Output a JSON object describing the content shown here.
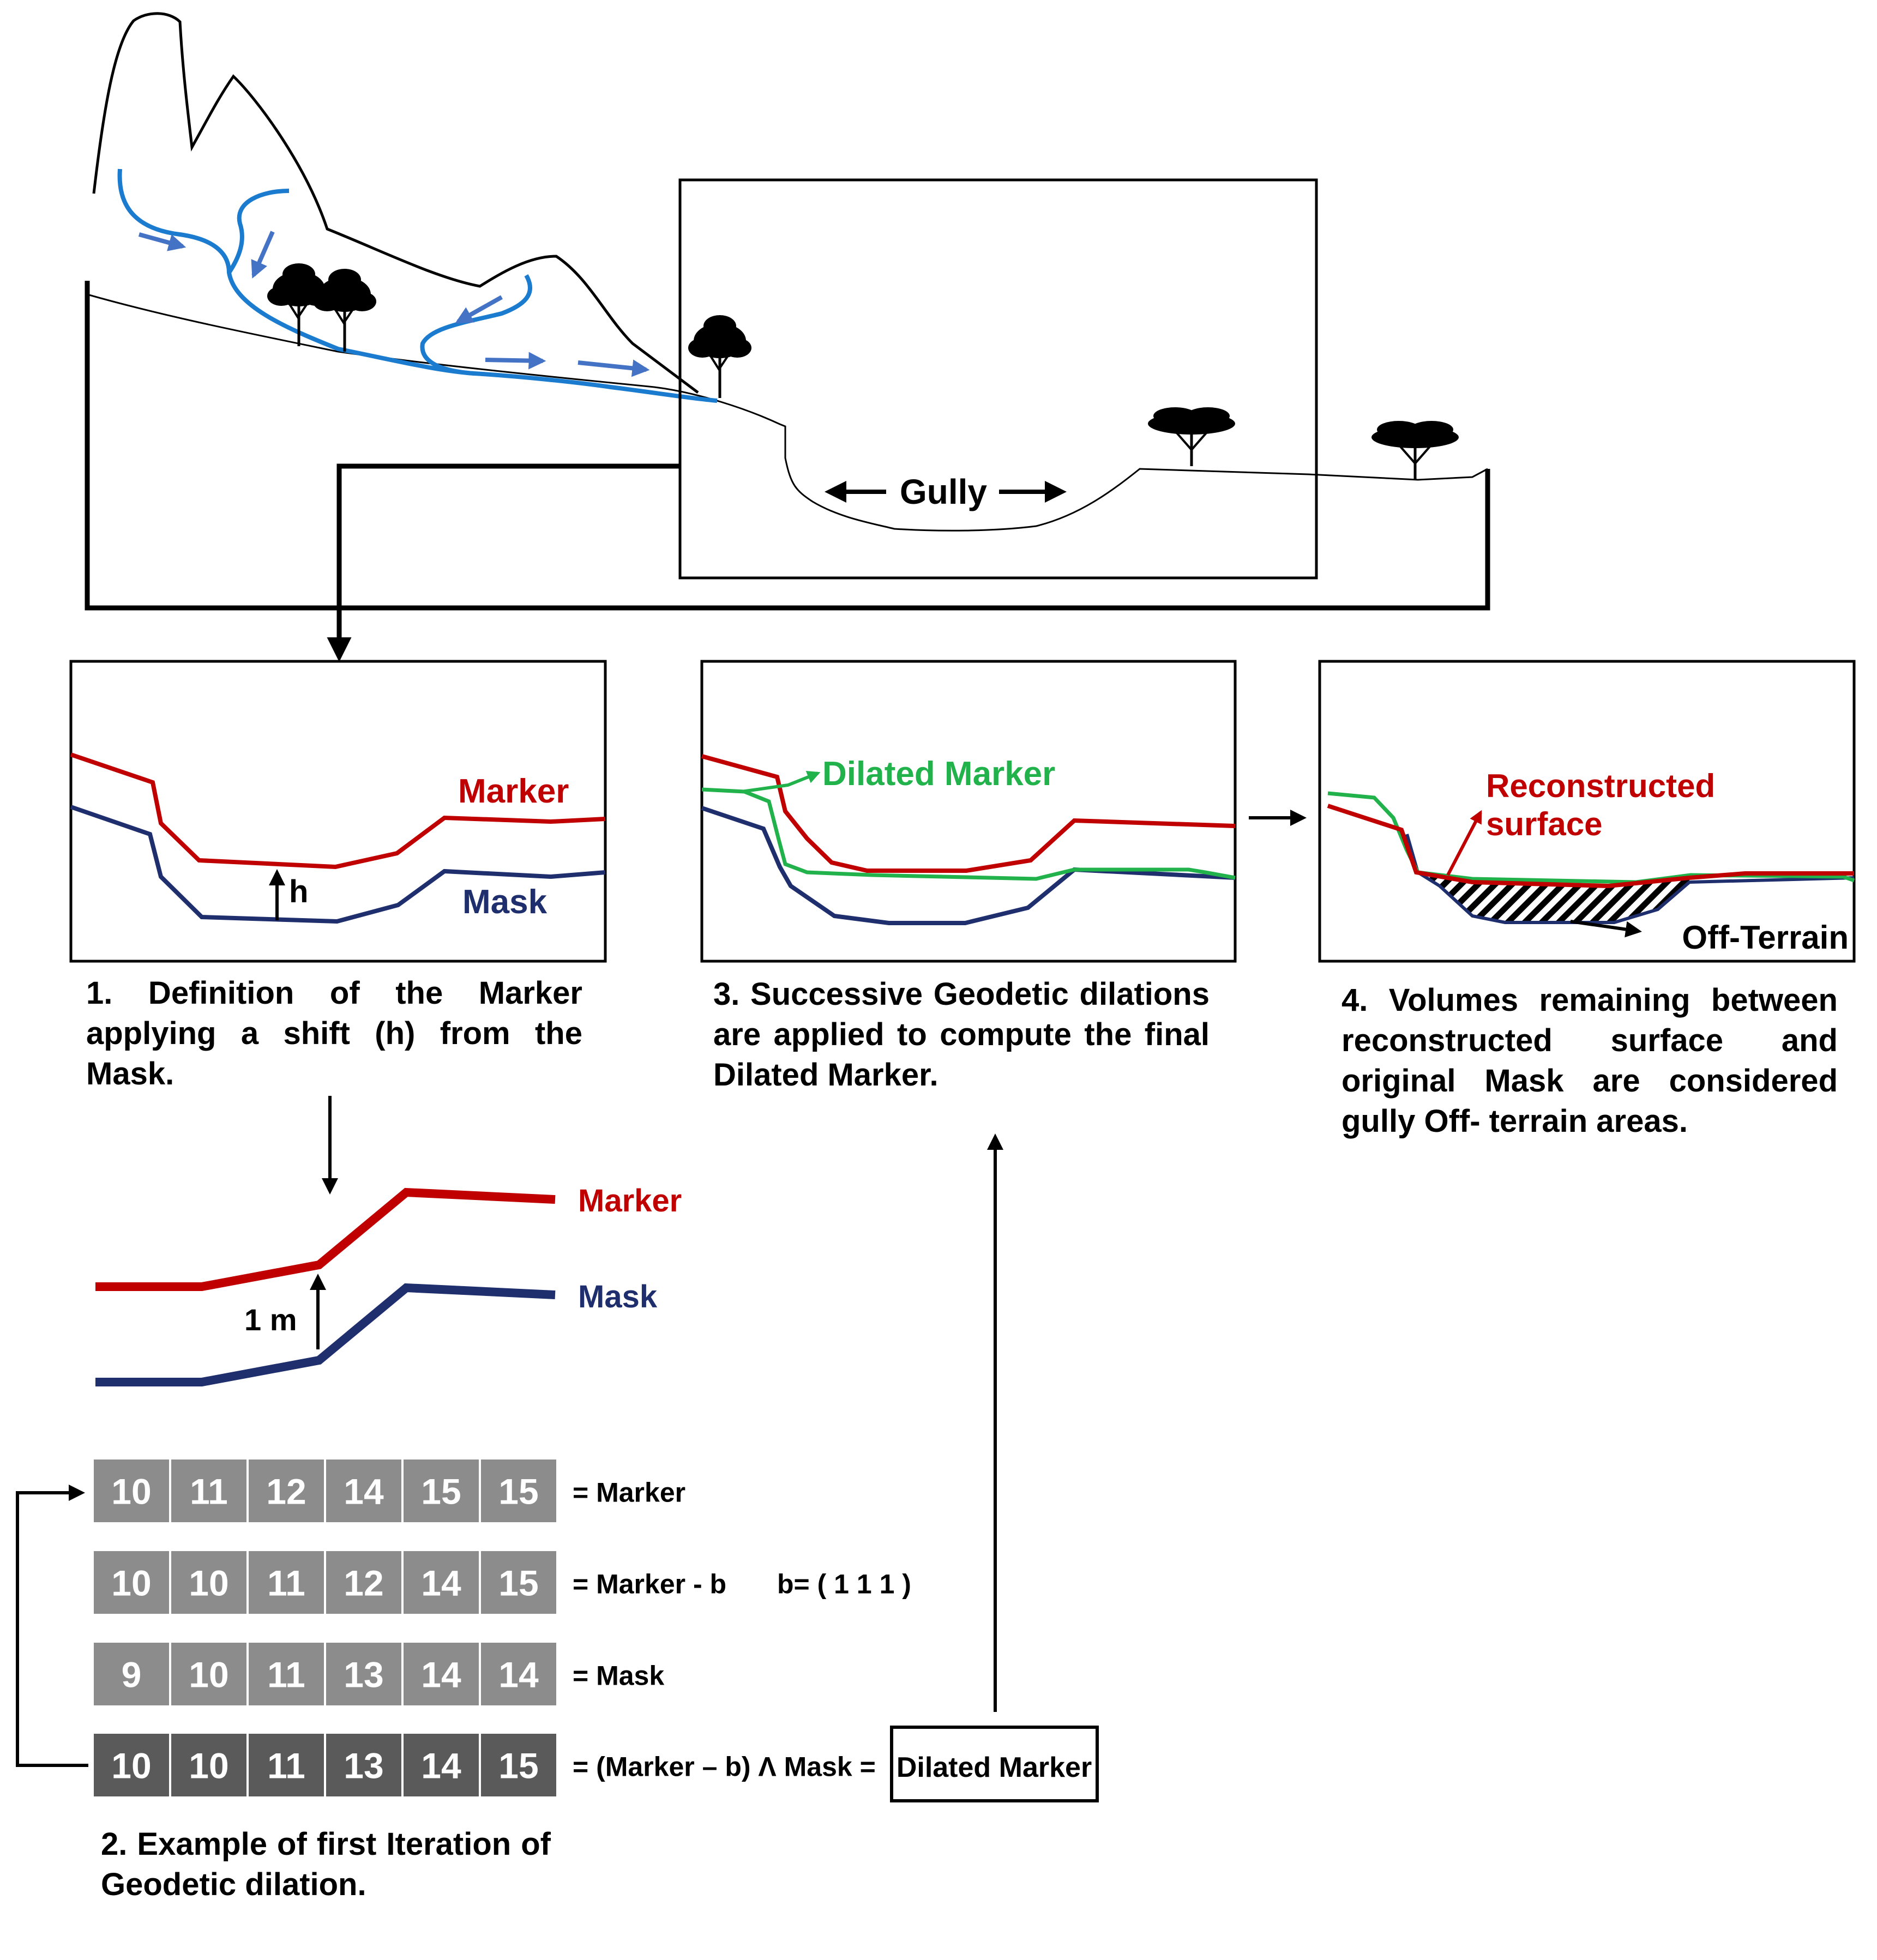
{
  "colors": {
    "marker": "#c00000",
    "mask": "#1f2f6e",
    "dilated": "#22b24c",
    "stream": "#1b7ccf",
    "flow_arrow": "#4472c4",
    "cell": "#8c8c8c",
    "cell_dark": "#5a5a5a"
  },
  "landscape": {
    "gully_label": "Gully",
    "icons": [
      "tree-icon",
      "flow-arrow-icon"
    ]
  },
  "panel1": {
    "marker_label": "Marker",
    "mask_label": "Mask",
    "shift_label": "h",
    "caption": "1. Definition of the Marker applying a shift (h) from the Mask."
  },
  "panel2": {
    "marker_label": "Marker",
    "mask_label": "Mask",
    "shift_label": "1 m",
    "rows": [
      {
        "cells": [
          "10",
          "11",
          "12",
          "14",
          "15",
          "15"
        ],
        "label": "= Marker"
      },
      {
        "cells": [
          "10",
          "10",
          "11",
          "12",
          "14",
          "15"
        ],
        "label": "= Marker - b",
        "extra": "b= ( 1 1 1 )"
      },
      {
        "cells": [
          "9",
          "10",
          "11",
          "13",
          "14",
          "14"
        ],
        "label": "= Mask"
      },
      {
        "cells": [
          "10",
          "10",
          "11",
          "13",
          "14",
          "15"
        ],
        "label": "= (Marker – b) Λ Mask =",
        "boxed": "Dilated Marker"
      }
    ],
    "caption": "2. Example of first Iteration of Geodetic dilation."
  },
  "panel3": {
    "dilated_label": "Dilated Marker",
    "caption": "3. Successive Geodetic dilations are applied to compute the final Dilated Marker."
  },
  "panel4": {
    "reconstructed_label_1": "Reconstructed",
    "reconstructed_label_2": "surface",
    "offterrain_label": "Off-Terrain",
    "caption": "4. Volumes remaining between reconstructed surface and original Mask are considered gully Off- terrain areas."
  }
}
